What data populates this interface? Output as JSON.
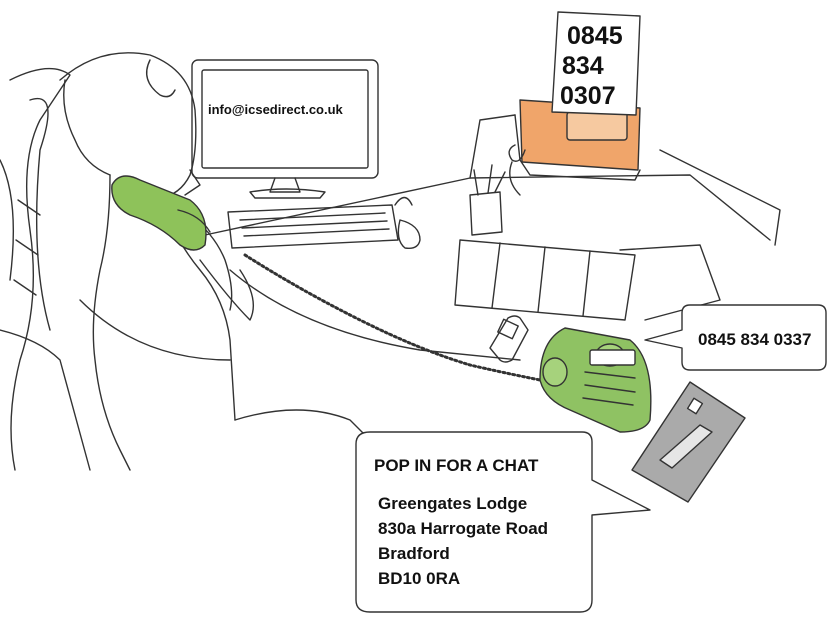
{
  "screen": {
    "email": "info@icsedirect.co.uk"
  },
  "fax_sheet": {
    "lines": [
      "0845",
      "834",
      "0307"
    ]
  },
  "phone_bubble": {
    "number": "0845 834 0337"
  },
  "chat_bubble": {
    "heading": "POP IN FOR A CHAT",
    "address": [
      "Greengates Lodge",
      "830a Harrogate Road",
      "Bradford",
      "BD10 0RA"
    ]
  },
  "colors": {
    "handset_green": "#8ec25a",
    "phone_green": "#8fc263",
    "fax_orange": "#f0a56a",
    "envelope_grey": "#aaaaaa",
    "outline": "#333333"
  }
}
